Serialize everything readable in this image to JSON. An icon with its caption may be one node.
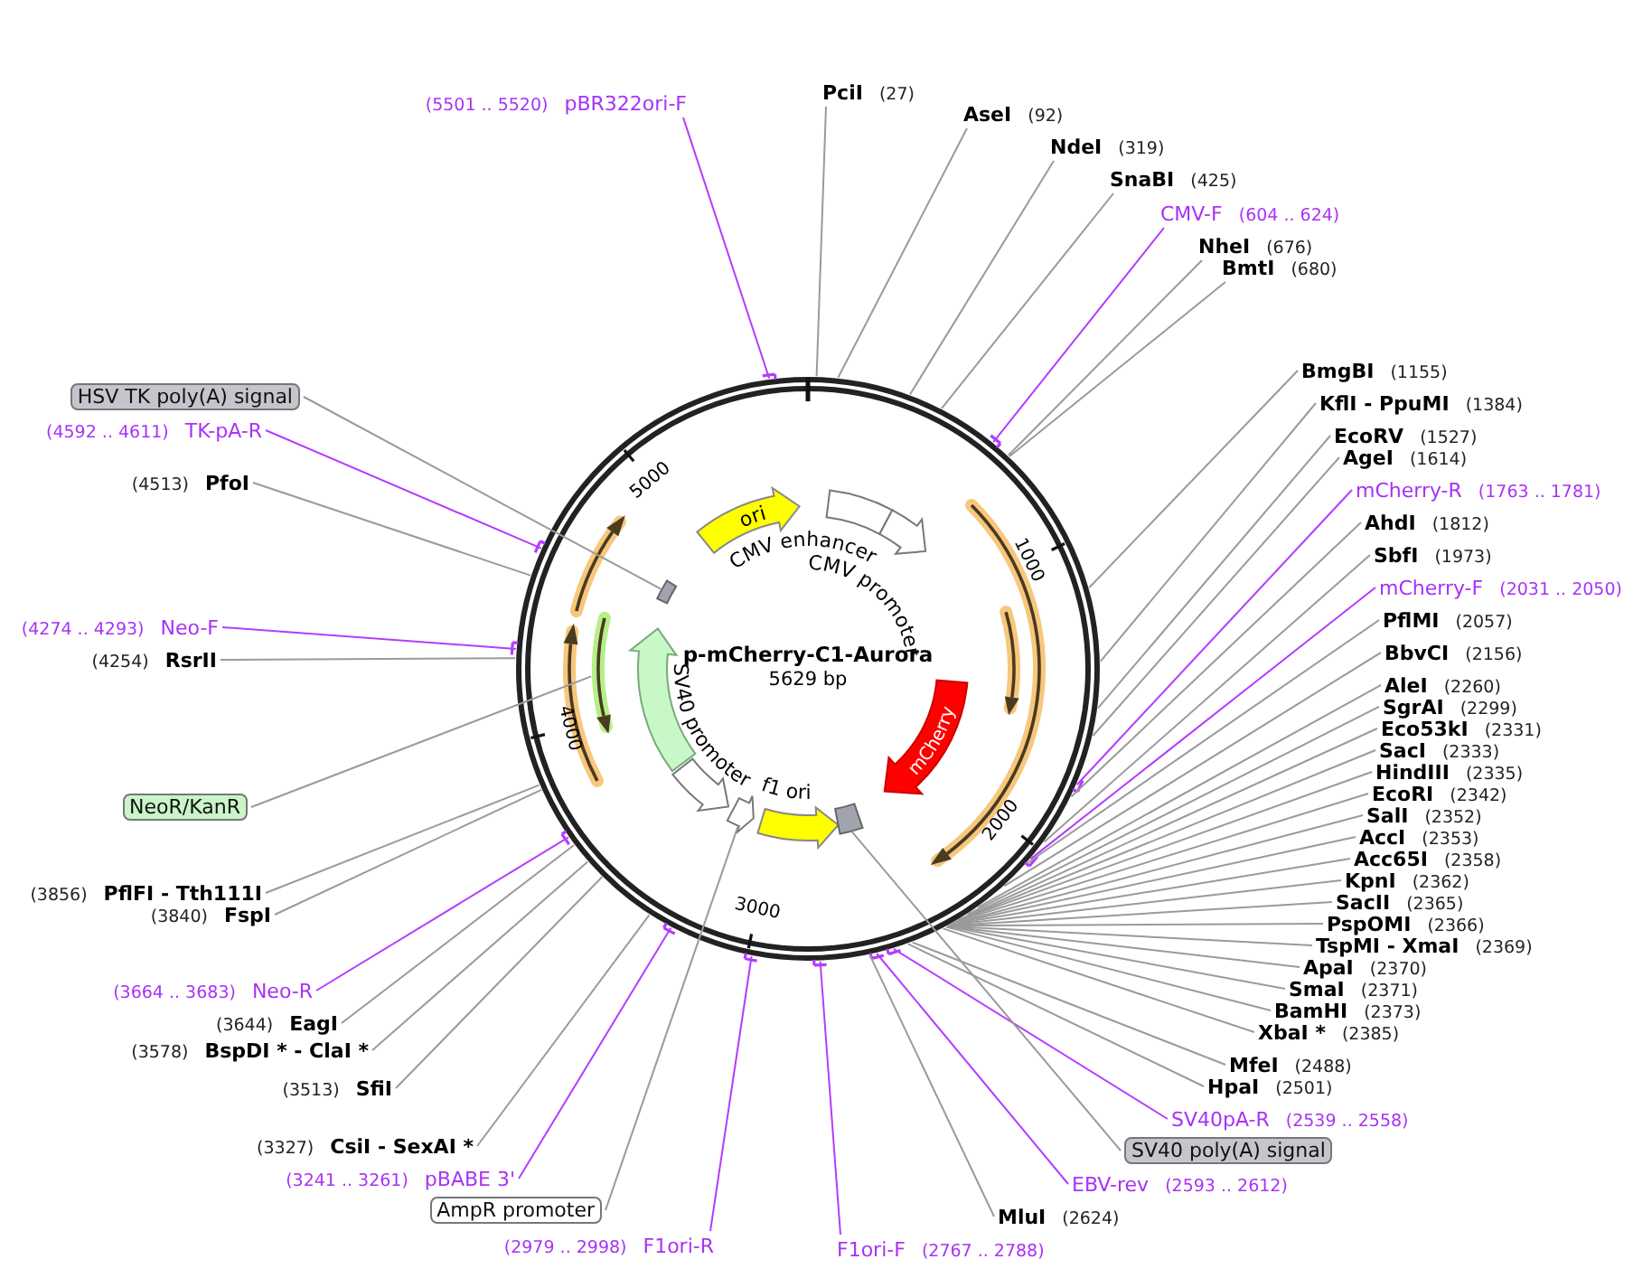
{
  "diagram": {
    "title": "p-mCherry-C1-Aurora",
    "nodes": [
      {
        "text": [
          "(5501 .. 5520)",
          "pBR322ori-F"
        ]
      },
      {
        "text": [
          "PciI",
          "(27)"
        ]
      },
      {
        "text": [
          "AseI",
          "(92)"
        ]
      },
      {
        "text": [
          "NdeI",
          "(319)"
        ]
      },
      {
        "text": [
          "SnaBI",
          "(425)"
        ]
      },
      {
        "text": [
          "CMV-F",
          "(604 .. 624)"
        ]
      },
      {
        "text": [
          "NheI",
          "(676)"
        ]
      },
      {
        "text": [
          "BmtI",
          "(680)"
        ]
      },
      {
        "text": [
          "BmgBI",
          "(1155)"
        ]
      },
      {
        "text": [
          "KflI - PpuMI",
          "(1384)"
        ]
      },
      {
        "text": [
          "EcoRV",
          "(1527)"
        ]
      },
      {
        "text": [
          "AgeI",
          "(1614)"
        ]
      },
      {
        "text": [
          "mCherry-R",
          "(1763 .. 1781)"
        ]
      },
      {
        "text": [
          "AhdI",
          "(1812)"
        ]
      },
      {
        "text": [
          "SbfI",
          "(1973)"
        ]
      },
      {
        "text": [
          "mCherry-F",
          "(2031 .. 2050)"
        ]
      },
      {
        "text": [
          "PflMI",
          "(2057)"
        ]
      },
      {
        "text": [
          "BbvCI",
          "(2156)"
        ]
      },
      {
        "text": [
          "AleI",
          "(2260)"
        ]
      },
      {
        "text": [
          "SgrAI",
          "(2299)"
        ]
      },
      {
        "text": [
          "Eco53kI",
          "(2331)"
        ]
      },
      {
        "text": [
          "SacI",
          "(2333)"
        ]
      },
      {
        "text": [
          "HindIII",
          "(2335)"
        ]
      },
      {
        "text": [
          "EcoRI",
          "(2342)"
        ]
      },
      {
        "text": [
          "SalI",
          "(2352)"
        ]
      },
      {
        "text": [
          "AccI",
          "(2353)"
        ]
      },
      {
        "text": [
          "Acc65I",
          "(2358)"
        ]
      },
      {
        "text": [
          "KpnI",
          "(2362)"
        ]
      },
      {
        "text": [
          "SacII",
          "(2365)"
        ]
      },
      {
        "text": [
          "PspOMI",
          "(2366)"
        ]
      },
      {
        "text": [
          "TspMI - XmaI",
          "(2369)"
        ]
      },
      {
        "text": [
          "ApaI",
          "(2370)"
        ]
      },
      {
        "text": [
          "SmaI",
          "(2371)"
        ]
      },
      {
        "text": [
          "BamHI",
          "(2373)"
        ]
      },
      {
        "text": [
          "XbaI *",
          "(2385)"
        ]
      },
      {
        "text": [
          "MfeI",
          "(2488)"
        ]
      },
      {
        "text": [
          "HpaI",
          "(2501)"
        ]
      },
      {
        "text": [
          "SV40pA-R",
          "(2539 .. 2558)"
        ]
      },
      {
        "text": [
          "SV40 poly(A) signal"
        ]
      },
      {
        "text": [
          "EBV-rev",
          "(2593 .. 2612)"
        ]
      },
      {
        "text": [
          "MluI",
          "(2624)"
        ]
      },
      {
        "text": [
          "F1ori-F",
          "(2767 .. 2788)"
        ]
      },
      {
        "text": [
          "(2979 .. 2998)",
          "F1ori-R"
        ]
      },
      {
        "text": [
          "AmpR promoter"
        ]
      },
      {
        "text": [
          "(3241 .. 3261)",
          "pBABE 3'"
        ]
      },
      {
        "text": [
          "(3327)",
          "CsiI - SexAI *"
        ]
      },
      {
        "text": [
          "(3513)",
          "SfiI"
        ]
      },
      {
        "text": [
          "(3578)",
          "BspDI * - ClaI *"
        ]
      },
      {
        "text": [
          "(3644)",
          "EagI"
        ]
      },
      {
        "text": [
          "(3664 .. 3683)",
          "Neo-R"
        ]
      },
      {
        "text": [
          "(3840)",
          "FspI"
        ]
      },
      {
        "text": [
          "(3856)",
          "PflFI - Tth111I"
        ]
      },
      {
        "text": [
          "NeoR/KanR"
        ]
      },
      {
        "text": [
          "(4254)",
          "RsrII"
        ]
      },
      {
        "text": [
          "(4274 .. 4293)",
          "Neo-F"
        ]
      },
      {
        "text": [
          "(4513)",
          "PfoI"
        ]
      },
      {
        "text": [
          "(4592 .. 4611)",
          "TK-pA-R"
        ]
      },
      {
        "text": [
          "HSV TK poly(A) signal"
        ]
      },
      {
        "text": [
          "ori"
        ]
      },
      {
        "text": [
          "CMV enhancer"
        ]
      },
      {
        "text": [
          "CMV promoter"
        ]
      },
      {
        "text": [
          "mCherry"
        ]
      },
      {
        "text": [
          "f1 ori"
        ]
      },
      {
        "text": [
          "SV40 promoter"
        ]
      },
      {
        "text": [],
        "shape": "box"
      },
      {
        "text": [],
        "shape": "box"
      },
      {
        "text": [],
        "shape": "arrow"
      },
      {
        "text": [],
        "shape": "arrow"
      },
      {
        "text": [],
        "shape": "arrow"
      }
    ],
    "edges": [
      {
        "from": 0,
        "to": null,
        "arrow": "none",
        "color": "#b43cff"
      },
      {
        "from": 1,
        "to": null,
        "arrow": "none"
      },
      {
        "from": 2,
        "to": null,
        "arrow": "none"
      },
      {
        "from": 3,
        "to": null,
        "arrow": "none"
      },
      {
        "from": 4,
        "to": null,
        "arrow": "none"
      },
      {
        "from": 5,
        "to": null,
        "arrow": "none",
        "color": "#b43cff"
      },
      {
        "from": 6,
        "to": null,
        "arrow": "none"
      },
      {
        "from": 7,
        "to": null,
        "arrow": "none"
      },
      {
        "from": 8,
        "to": null,
        "arrow": "none"
      },
      {
        "from": 9,
        "to": null,
        "arrow": "none"
      },
      {
        "from": 10,
        "to": null,
        "arrow": "none"
      },
      {
        "from": 11,
        "to": null,
        "arrow": "none"
      },
      {
        "from": 12,
        "to": null,
        "arrow": "none",
        "color": "#b43cff"
      },
      {
        "from": 13,
        "to": null,
        "arrow": "none"
      },
      {
        "from": 14,
        "to": null,
        "arrow": "none"
      },
      {
        "from": 15,
        "to": null,
        "arrow": "none",
        "color": "#b43cff"
      },
      {
        "from": 16,
        "to": null,
        "arrow": "none"
      },
      {
        "from": 17,
        "to": null,
        "arrow": "none"
      },
      {
        "from": 18,
        "to": null,
        "arrow": "none"
      },
      {
        "from": 19,
        "to": null,
        "arrow": "none"
      },
      {
        "from": 20,
        "to": null,
        "arrow": "none"
      },
      {
        "from": 21,
        "to": null,
        "arrow": "none"
      },
      {
        "from": 22,
        "to": null,
        "arrow": "none"
      },
      {
        "from": 23,
        "to": null,
        "arrow": "none"
      },
      {
        "from": 24,
        "to": null,
        "arrow": "none"
      },
      {
        "from": 25,
        "to": null,
        "arrow": "none"
      },
      {
        "from": 26,
        "to": null,
        "arrow": "none"
      },
      {
        "from": 27,
        "to": null,
        "arrow": "none"
      },
      {
        "from": 28,
        "to": null,
        "arrow": "none"
      },
      {
        "from": 29,
        "to": null,
        "arrow": "none"
      },
      {
        "from": 30,
        "to": null,
        "arrow": "none"
      },
      {
        "from": 31,
        "to": null,
        "arrow": "none"
      },
      {
        "from": 32,
        "to": null,
        "arrow": "none"
      },
      {
        "from": 33,
        "to": null,
        "arrow": "none"
      },
      {
        "from": 34,
        "to": null,
        "arrow": "none"
      },
      {
        "from": 35,
        "to": null,
        "arrow": "none"
      },
      {
        "from": 36,
        "to": null,
        "arrow": "none"
      },
      {
        "from": 37,
        "to": null,
        "arrow": "none",
        "color": "#b43cff"
      },
      {
        "from": 38,
        "to": 65,
        "arrow": "none"
      },
      {
        "from": 39,
        "to": null,
        "arrow": "none",
        "color": "#b43cff"
      },
      {
        "from": 40,
        "to": null,
        "arrow": "none"
      },
      {
        "from": 41,
        "to": null,
        "arrow": "none",
        "color": "#b43cff"
      },
      {
        "from": 42,
        "to": null,
        "arrow": "none",
        "color": "#b43cff"
      },
      {
        "from": 43,
        "to": 67,
        "arrow": "none"
      },
      {
        "from": 44,
        "to": null,
        "arrow": "none",
        "color": "#b43cff"
      },
      {
        "from": 45,
        "to": null,
        "arrow": "none"
      },
      {
        "from": 46,
        "to": null,
        "arrow": "none"
      },
      {
        "from": 47,
        "to": null,
        "arrow": "none"
      },
      {
        "from": 48,
        "to": null,
        "arrow": "none"
      },
      {
        "from": 49,
        "to": null,
        "arrow": "none",
        "color": "#b43cff"
      },
      {
        "from": 50,
        "to": null,
        "arrow": "none"
      },
      {
        "from": 51,
        "to": null,
        "arrow": "none"
      },
      {
        "from": 52,
        "to": 66,
        "arrow": "none"
      },
      {
        "from": 53,
        "to": null,
        "arrow": "none"
      },
      {
        "from": 54,
        "to": null,
        "arrow": "none",
        "color": "#b43cff"
      },
      {
        "from": 55,
        "to": null,
        "arrow": "none"
      },
      {
        "from": 56,
        "to": null,
        "arrow": "none",
        "color": "#b43cff"
      },
      {
        "from": 57,
        "to": 64,
        "arrow": "none"
      }
    ],
    "labels": [
      "5629 bp",
      "1000",
      "2000",
      "3000",
      "4000",
      "5000"
    ]
  }
}
